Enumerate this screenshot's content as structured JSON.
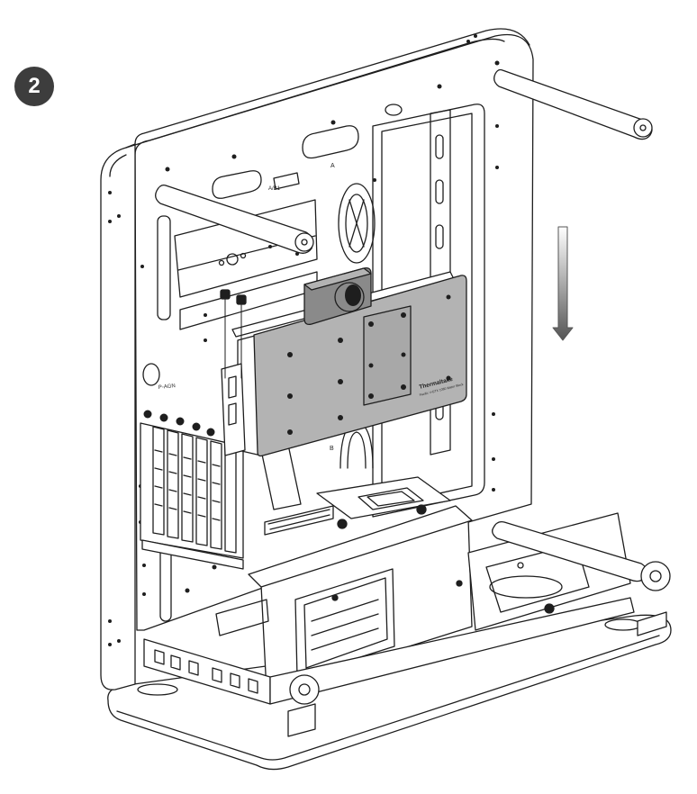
{
  "step": {
    "number": "2"
  },
  "labels": {
    "gpu_brand": "Thermaltake",
    "gpu_model": "Pacific V-GTX 1080 Water Block",
    "slot_mark": "P-AGN",
    "tray_mark": "A",
    "tray_mark_top": "A/B1",
    "tray_mark_b": "B"
  },
  "colors": {
    "line": "#1e1e1e",
    "block_fill": "#b3b3b3",
    "block_dark": "#8a8a8a",
    "badge": "#3d3d3d",
    "arrow_light": "#ffffff",
    "arrow_dark": "#555555"
  },
  "icons": {
    "direction": "down-arrow-icon",
    "brand": "thermaltake-logo-icon"
  }
}
